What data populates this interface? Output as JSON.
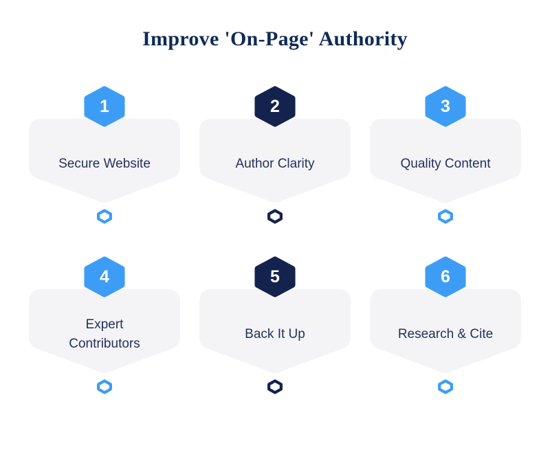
{
  "title": "Improve 'On-Page' Authority",
  "colors": {
    "accent_blue": "#3D9DF6",
    "accent_navy": "#14234E",
    "card_background": "#F4F4F6",
    "title_color": "#102A56",
    "label_color": "#22315E",
    "page_background": "#FFFFFF",
    "badge_number_color": "#FFFFFF"
  },
  "icons": {
    "badge_shape": "hexagon",
    "footer_icon": "hexagon-outline"
  },
  "items": [
    {
      "number": "1",
      "label": "Secure Website",
      "accent": "blue"
    },
    {
      "number": "2",
      "label": "Author Clarity",
      "accent": "navy"
    },
    {
      "number": "3",
      "label": "Quality Content",
      "accent": "blue"
    },
    {
      "number": "4",
      "label": "Expert Contributors",
      "accent": "blue"
    },
    {
      "number": "5",
      "label": "Back It Up",
      "accent": "navy"
    },
    {
      "number": "6",
      "label": "Research & Cite",
      "accent": "blue"
    }
  ]
}
